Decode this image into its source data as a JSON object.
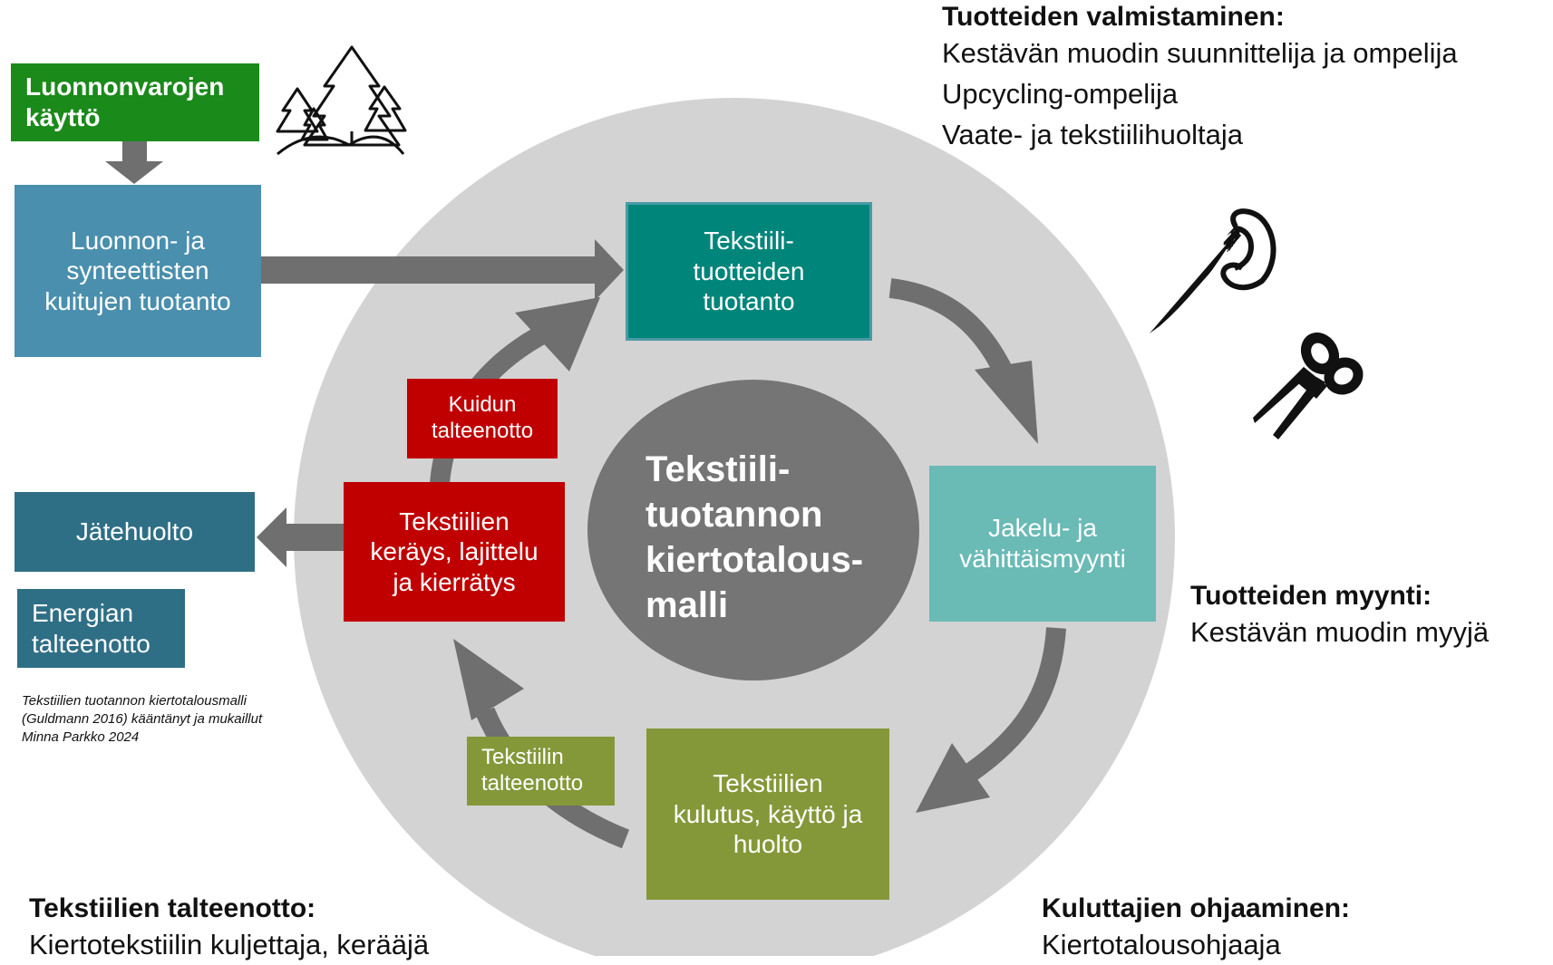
{
  "colors": {
    "circle": "#d3d3d3",
    "center": "#757575",
    "arrow": "#6f6f6f",
    "green_dark": "#1a8a1a",
    "blue": "#4a8fad",
    "teal_dark": "#00857a",
    "teal_light": "#6abab6",
    "olive": "#84983a",
    "red": "#c00000",
    "petrol": "#2f6f86"
  },
  "icons": {
    "forest": "forest-icon",
    "needle": "needle-thread-icon",
    "scissors": "scissors-icon"
  },
  "boxes": {
    "natural_resources": "Luonnonvarojen\nkäyttö",
    "fiber_production": "Luonnon- ja\nsynteettisten\nkuitujen tuotanto",
    "textile_products": "Tekstiili-\ntuotteiden\ntuotanto",
    "distribution": "Jakelu- ja\nvähittäismyynti",
    "consumption": "Tekstiilien\nkulutus, käyttö ja\nhuolto",
    "textile_recovery": "Tekstiilin\ntalteenotto",
    "collection": "Tekstiilien\nkeräys, lajittelu\nja kierrätys",
    "fiber_recovery": "Kuidun\ntalteenotto",
    "waste": "Jätehuolto",
    "energy": "Energian\ntalteenotto"
  },
  "center_label": "Tekstiili-\ntuotannon\nkiertotalous-\nmalli",
  "caption": "Tekstiilien tuotannon kiertotalousmalli\n(Guldmann 2016) kääntänyt ja mukaillut\nMinna Parkko 2024",
  "roles": {
    "manufacturing": {
      "title": "Tuotteiden valmistaminen:",
      "items": "Kestävän muodin suunnittelija ja ompelija\nUpcycling-ompelija\nVaate- ja tekstiilihuoltaja"
    },
    "sales": {
      "title": "Tuotteiden myynti:",
      "items": "Kestävän muodin myyjä"
    },
    "recovery": {
      "title": "Tekstiilien talteenotto:",
      "items": "Kiertotekstiilin kuljettaja, kerääjä"
    },
    "guidance": {
      "title": "Kuluttajien ohjaaminen:",
      "items": "Kiertotalousohjaaja"
    }
  }
}
